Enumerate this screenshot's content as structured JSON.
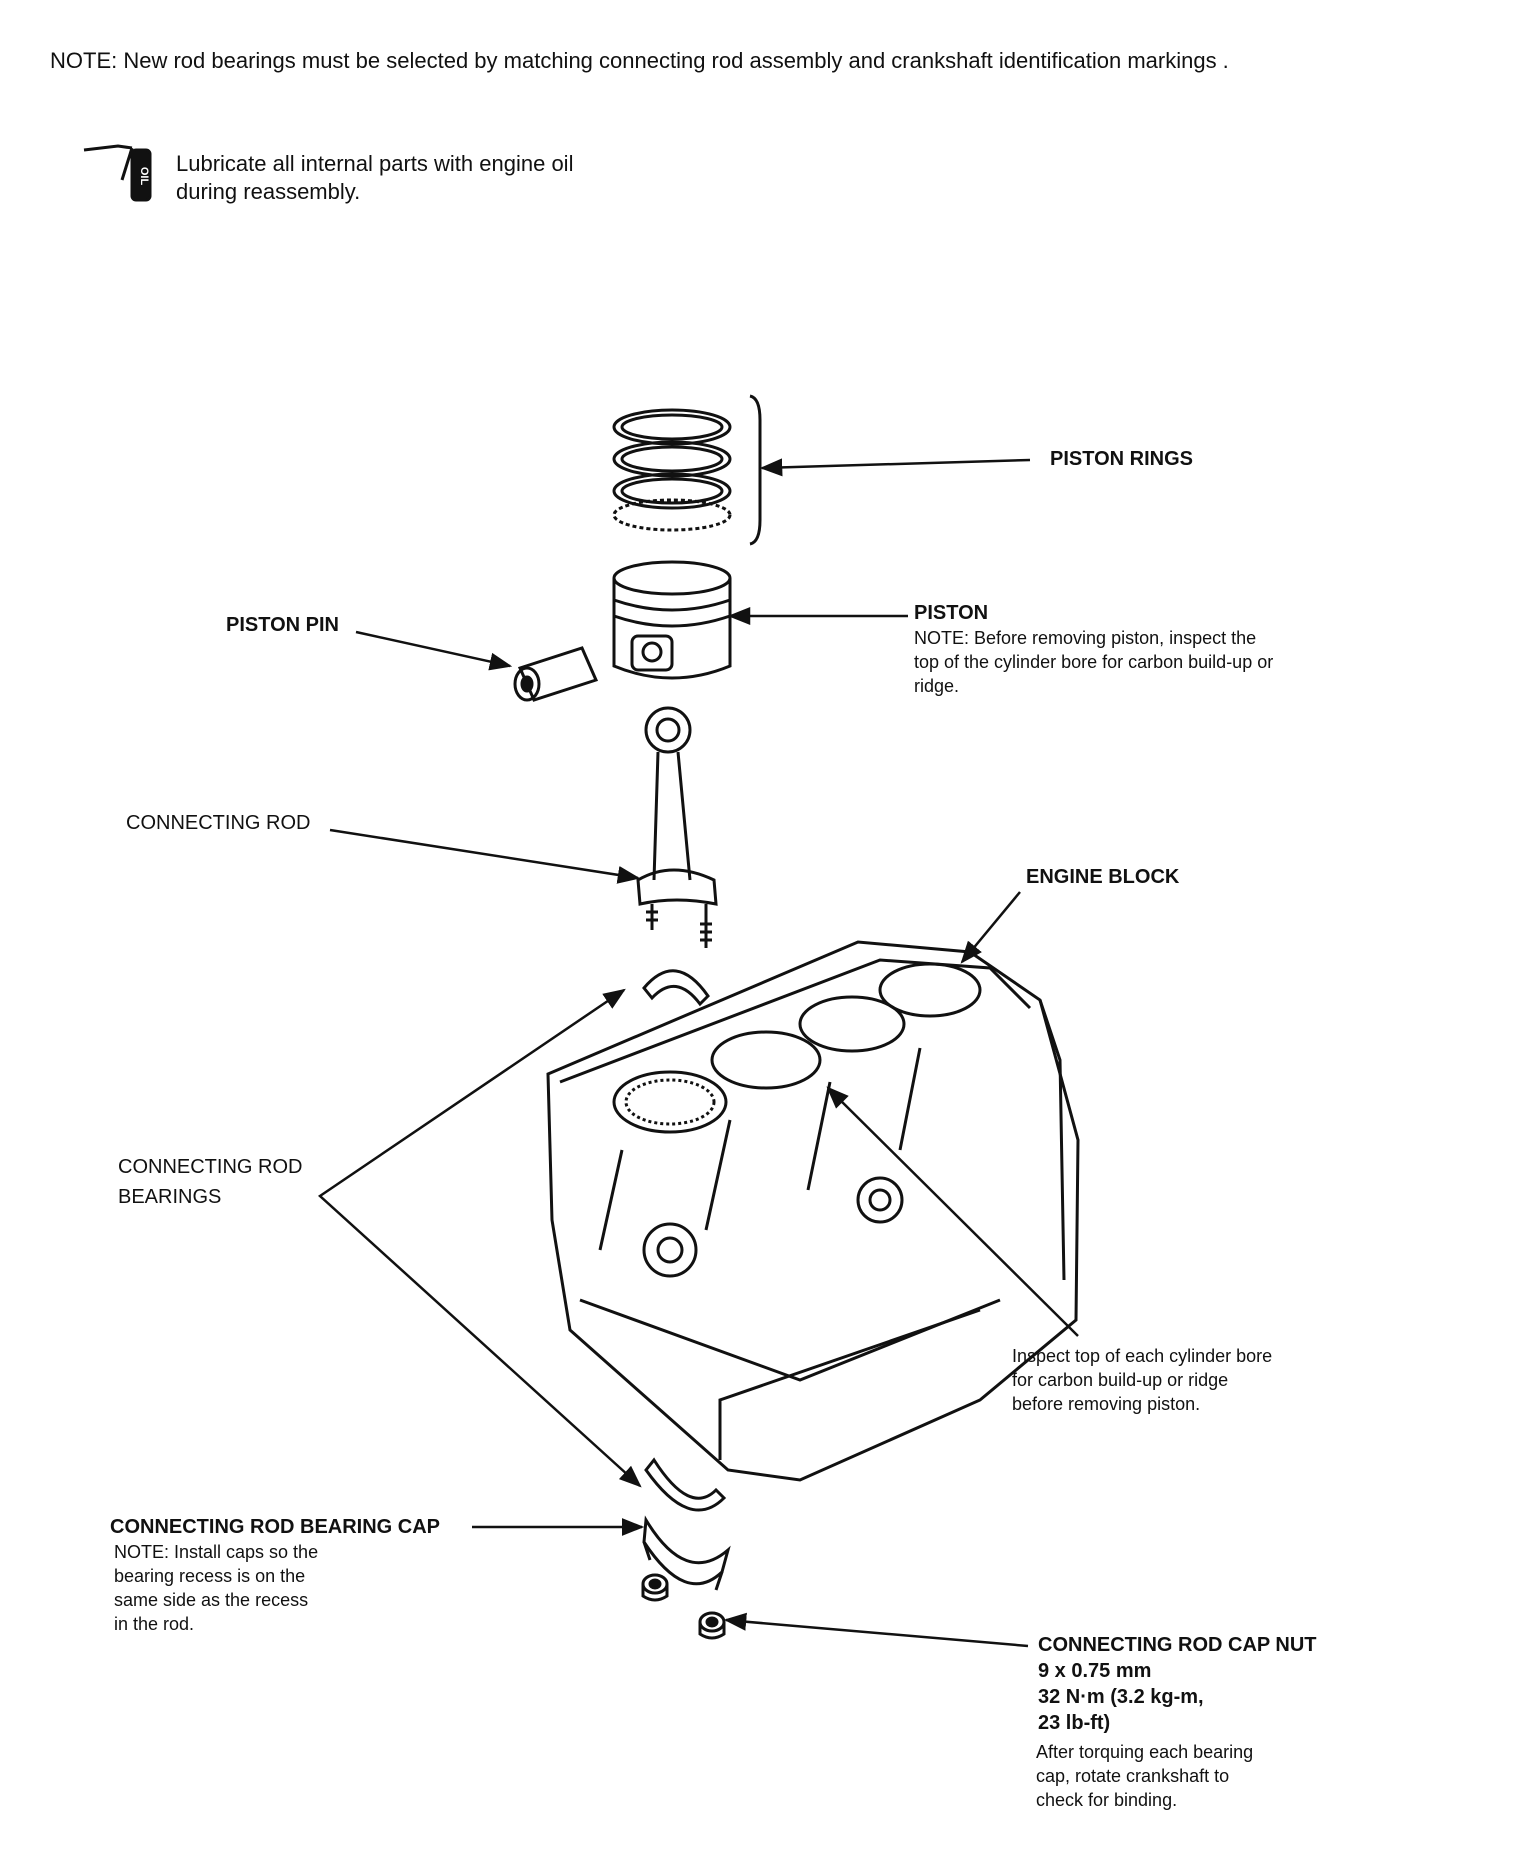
{
  "header_note": "NOTE:  New rod bearings must be selected by matching connecting rod assembly and crankshaft identification markings .",
  "oil_icon_text": "OIL",
  "oil_note": "Lubricate all internal parts with engine oil\nduring reassembly.",
  "labels": {
    "piston_rings": "PISTON RINGS",
    "piston": "PISTON",
    "piston_note": "NOTE:  Before removing piston, inspect the\ntop of the cylinder bore for carbon build-up or\nridge.",
    "piston_pin": "PISTON PIN",
    "connecting_rod": "CONNECTING ROD",
    "engine_block": "ENGINE BLOCK",
    "connecting_rod_bearings": "CONNECTING ROD\nBEARINGS",
    "bore_note": "Inspect top of each cylinder bore\nfor carbon build-up or ridge\nbefore removing piston.",
    "bearing_cap": "CONNECTING ROD BEARING CAP",
    "bearing_cap_note": "NOTE:  Install caps so the\nbearing recess is on the\nsame side as the recess\nin the rod.",
    "cap_nut": "CONNECTING ROD CAP NUT",
    "cap_nut_spec": "9 x 0.75 mm\n32 N·m (3.2 kg-m,\n23 lb-ft)",
    "cap_nut_note": "After torquing each bearing\ncap, rotate crankshaft to\ncheck for binding."
  }
}
